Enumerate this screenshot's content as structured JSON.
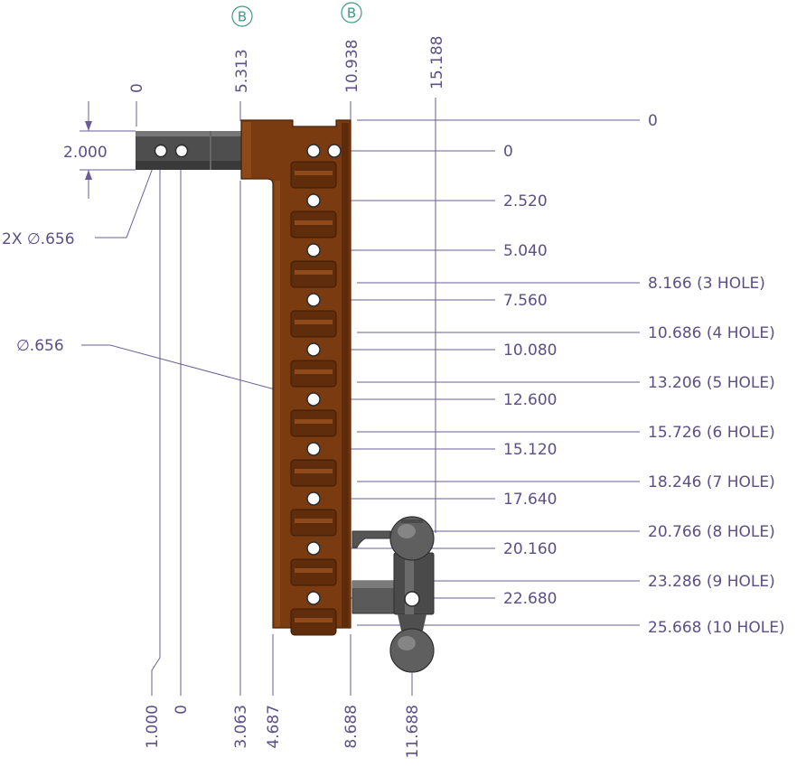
{
  "colors": {
    "dimension": "#5c4f86",
    "datum": "#3f9a85",
    "bar": "#7a3b10",
    "shank": "#555555",
    "ball": "#6a6a6a"
  },
  "datum_label": "B",
  "vertical_dims": {
    "top_zero": "0",
    "hole_0": "0",
    "hole_1": "2.520",
    "hole_2": "5.040",
    "hole_3": "7.560",
    "hole_4": "10.080",
    "hole_5": "12.600",
    "hole_6": "15.120",
    "hole_7": "17.640",
    "hole_8": "20.160",
    "hole_9": "22.680",
    "len_3": "8.166 (3 HOLE)",
    "len_4": "10.686 (4 HOLE)",
    "len_5": "13.206 (5 HOLE)",
    "len_6": "15.726 (6 HOLE)",
    "len_7": "18.246 (7 HOLE)",
    "len_8": "20.766 (8 HOLE)",
    "len_9": "23.286 (9 HOLE)",
    "len_10": "25.668 (10 HOLE)"
  },
  "horizontal_dims_top": {
    "shank_end": "0",
    "bar_front": "5.313",
    "bar_back": "10.938",
    "ball_center": "15.188"
  },
  "horizontal_dims_bottom": {
    "hole_a": "1.000",
    "zero": "0",
    "shank_face": "3.063",
    "bar_front": "4.687",
    "bar_back": "8.688",
    "ball_center": "11.688"
  },
  "callouts": {
    "shank_height": "2.000",
    "shank_holes": "2X ∅.656",
    "pin_hole": "∅.656"
  }
}
